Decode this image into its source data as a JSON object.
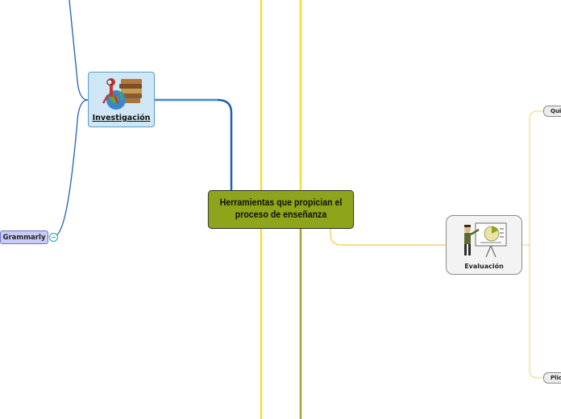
{
  "central": {
    "label": "Herramientas que propician el proceso de enseñanza"
  },
  "nodes": {
    "investigacion": {
      "label": "Investigación",
      "icon": "research-books-globe-icon"
    },
    "evaluacion": {
      "label": "Evaluación",
      "icon": "presentation-board-icon"
    },
    "grammarly": {
      "label": "Grammarly"
    },
    "right_top": {
      "label": "Qui"
    },
    "right_bottom": {
      "label": "Plic"
    }
  },
  "colors": {
    "central_fill": "#8ea41a",
    "yellow_line": "#f5dc3c",
    "olive_line": "#a7a13b",
    "blue_branch": "#1e5fb8",
    "light_blue_branch": "#7fb6e2",
    "orange_branch": "#f4d26a",
    "grammarly_fill": "#c8cbf2",
    "collapse_icon": "#1fa98b"
  }
}
